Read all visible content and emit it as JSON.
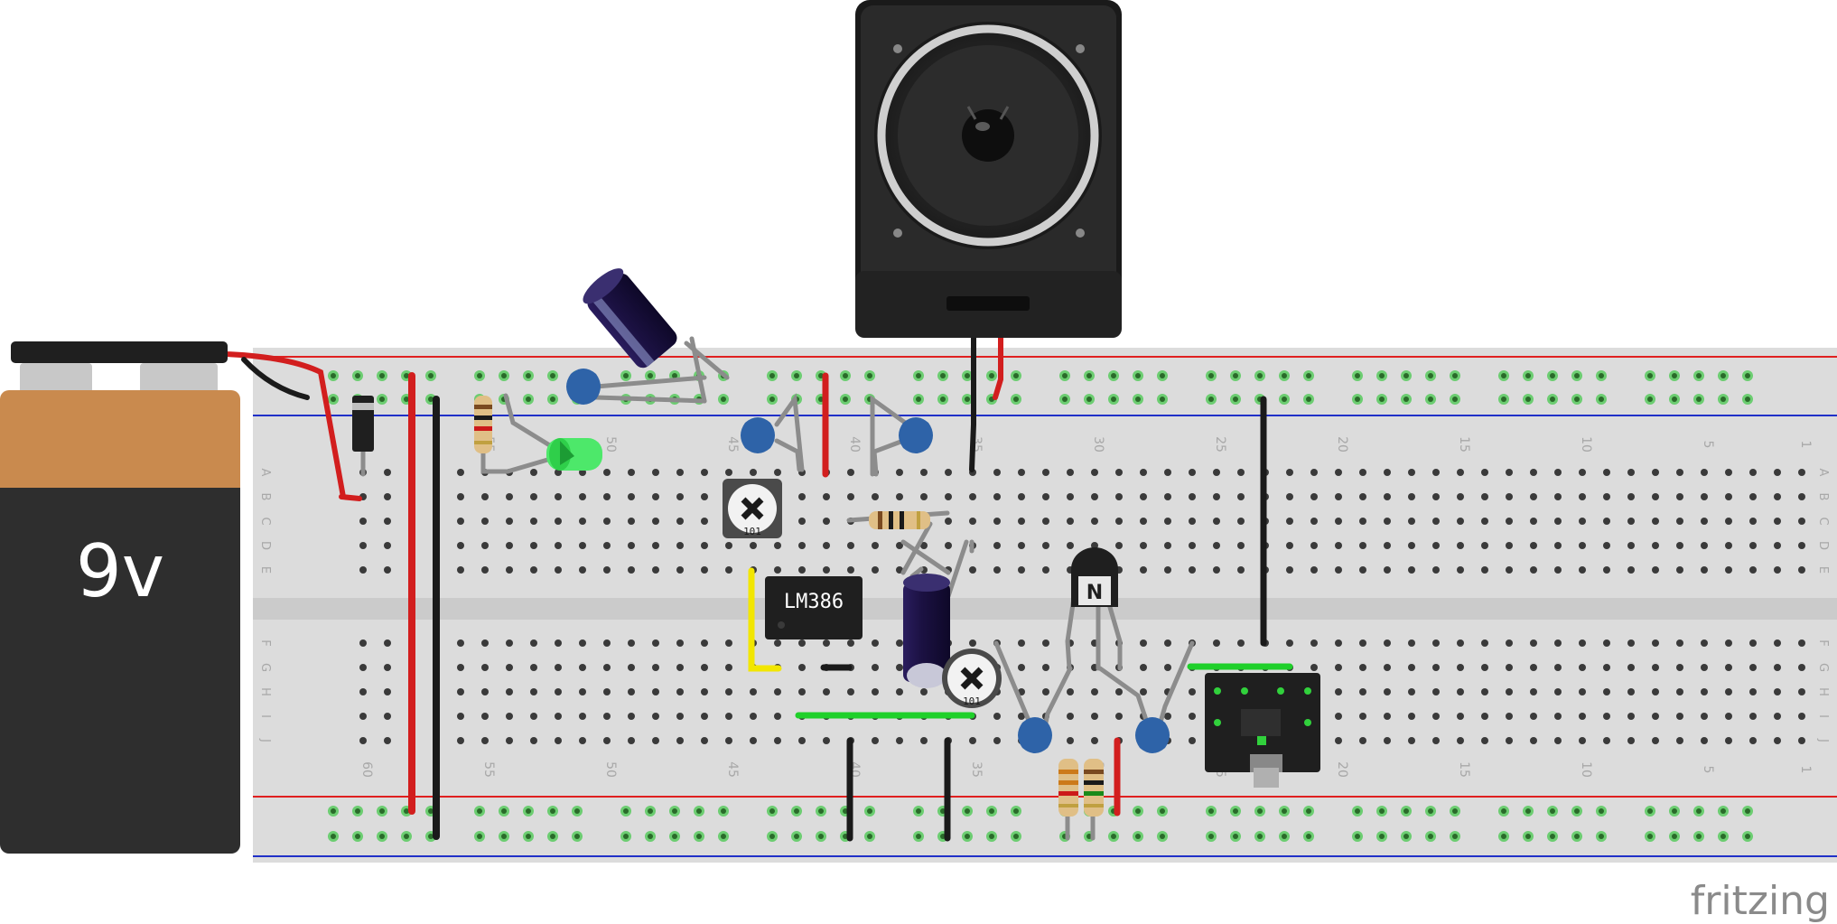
{
  "battery": {
    "label": "9v"
  },
  "chip": {
    "label": "LM386"
  },
  "transistor": {
    "label": "N"
  },
  "trimmers": [
    {
      "label": "101"
    },
    {
      "label": "101"
    }
  ],
  "brand": {
    "text": "fritzing"
  },
  "breadboard": {
    "row_letters": [
      "A",
      "B",
      "C",
      "D",
      "E",
      "F",
      "G",
      "H",
      "I",
      "J"
    ],
    "column_numbers": [
      "60",
      "55",
      "50",
      "45",
      "40",
      "35",
      "30",
      "25",
      "20",
      "15",
      "10",
      "5",
      "1"
    ]
  },
  "colors": {
    "wire_red": "#d21e1e",
    "wire_black": "#1a1a1a",
    "wire_yellow": "#f2e600",
    "wire_green": "#1fd02a",
    "rail_red": "#e02020",
    "rail_blue": "#2030c8",
    "breadboard": "#dcdcdc",
    "battery_copper": "#c98a4e",
    "battery_body": "#2e2e2e"
  }
}
